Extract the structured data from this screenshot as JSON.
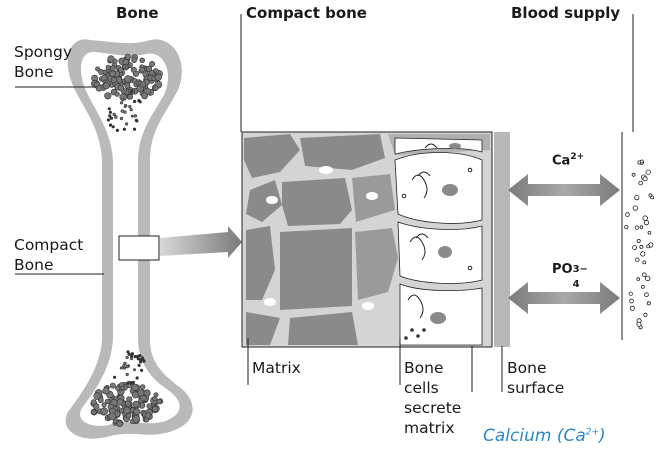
{
  "headers": {
    "bone": "Bone",
    "compact_bone": "Compact bone",
    "blood_supply": "Blood supply"
  },
  "labels": {
    "spongy_bone_line1": "Spongy",
    "spongy_bone_line2": "Bone",
    "compact_bone_line1": "Compact",
    "compact_bone_line2": "Bone",
    "matrix": "Matrix",
    "bone_cells_line1": "Bone",
    "bone_cells_line2": "cells",
    "bone_cells_line3": "secrete",
    "bone_cells_line4": "matrix",
    "bone_surface_line1": "Bone",
    "bone_surface_line2": "surface"
  },
  "ions": {
    "calcium_base": "Ca",
    "calcium_charge": "2+",
    "phosphate_base": "PO",
    "phosphate_charge": "3−",
    "phosphate_sub": "4"
  },
  "caption": {
    "text": "Calcium (Ca",
    "charge": "2+",
    "close": ")"
  },
  "colors": {
    "bone_outline": "#b3b3b3",
    "matrix_dark": "#8c8c8c",
    "matrix_light": "#cfcfcf",
    "arrow": "#8a8a8a",
    "caption": "#2e87c7"
  }
}
